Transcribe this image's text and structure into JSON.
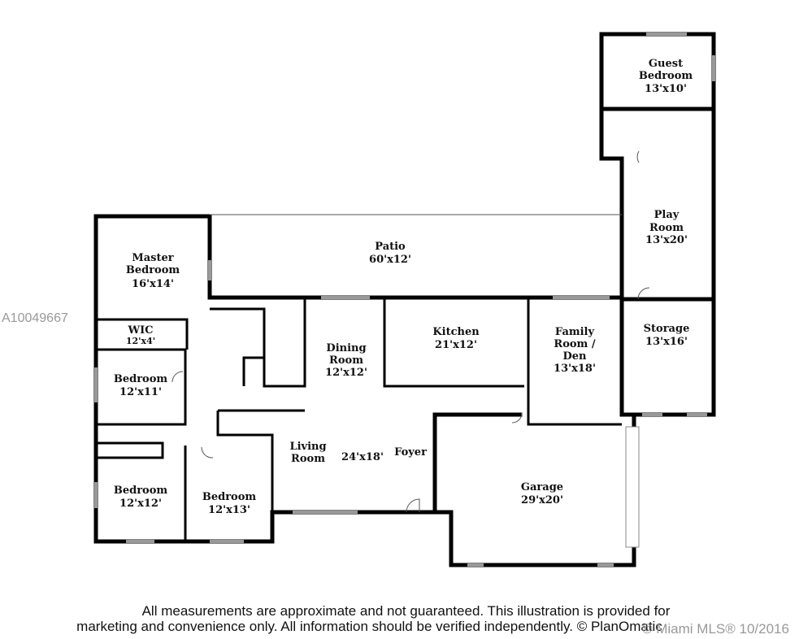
{
  "listing_id": "A10049667",
  "rooms": [
    {
      "name": "Guest",
      "name2": "Bedroom",
      "size": "13'x10'"
    },
    {
      "name": "Play",
      "name2": "Room",
      "size": "13'x20'"
    },
    {
      "name": "Patio",
      "size": "60'x12'"
    },
    {
      "name": "Master",
      "name2": "Bedroom",
      "size": "16'x14'"
    },
    {
      "name": "WIC",
      "size": "12'x4'"
    },
    {
      "name": "Bedroom",
      "size": "12'x11'"
    },
    {
      "name": "Bedroom",
      "size": "12'x12'"
    },
    {
      "name": "Bedroom",
      "size": "12'x13'"
    },
    {
      "name": "Dining",
      "name2": "Room",
      "size": "12'x12'"
    },
    {
      "name": "Kitchen",
      "size": "21'x12'"
    },
    {
      "name": "Family",
      "name2": "Room /",
      "name3": "Den",
      "size": "13'x18'"
    },
    {
      "name": "Storage",
      "size": "13'x16'"
    },
    {
      "name": "Living",
      "name2": "Room",
      "size": "24'x18'"
    },
    {
      "name": "Foyer"
    },
    {
      "name": "Garage",
      "size": "29'x20'"
    }
  ],
  "disclaimer_line1": "All measurements are approximate and not guaranteed. This illustration is provided for",
  "disclaimer_line2": "marketing and convenience only. All information should be verified independently. © PlanOmatic",
  "watermark": "© Miami MLS® 10/2016"
}
